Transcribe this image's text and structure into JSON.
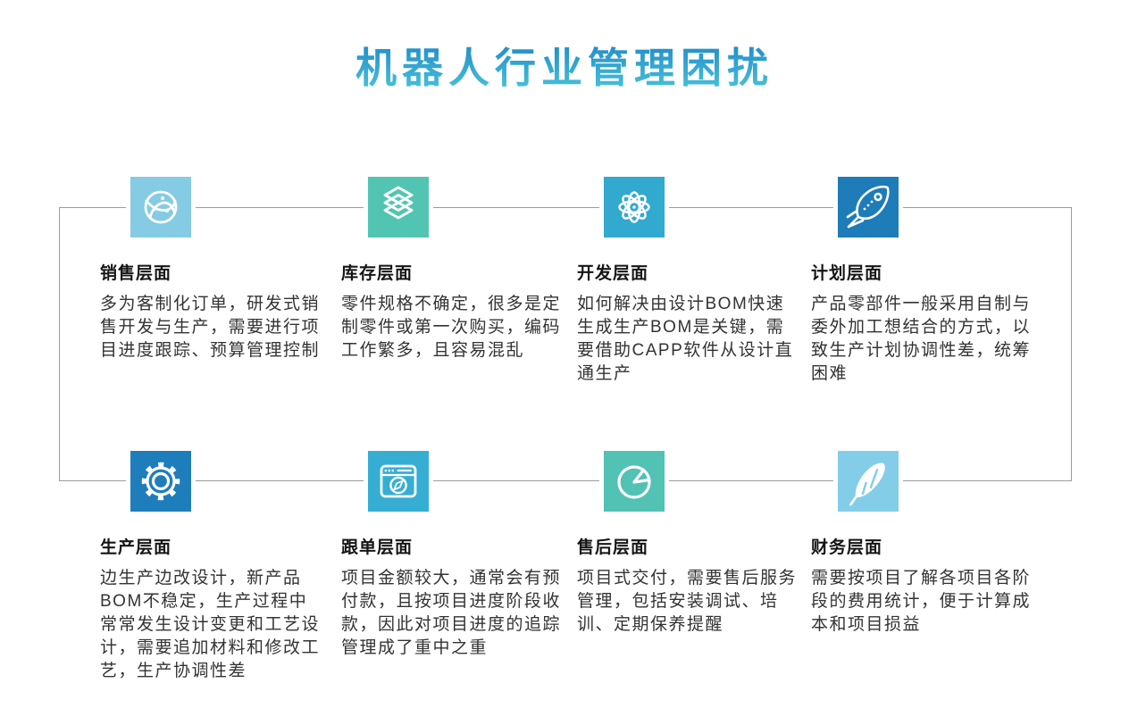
{
  "page": {
    "title": "机器人行业管理困扰",
    "title_gradient_top": "#1a84c5",
    "title_gradient_bottom": "#4cc6dc",
    "background_color": "#ffffff",
    "connector_color": "#9c9c9c"
  },
  "sections": [
    {
      "icon": "network-globe-icon",
      "color": "#85cbe4",
      "heading": "销售层面",
      "body": "多为客制化订单，研发式销售开发与生产，需要进行项目进度跟踪、预算管理控制"
    },
    {
      "icon": "layers-icon",
      "color": "#52c5b2",
      "heading": "库存层面",
      "body": "零件规格不确定，很多是定制零件或第一次购买，编码工作繁多，且容易混乱"
    },
    {
      "icon": "atom-icon",
      "color": "#32a9cf",
      "heading": "开发层面",
      "body": "如何解决由设计BOM快速生成生产BOM是关键，需要借助CAPP软件从设计直通生产"
    },
    {
      "icon": "rocket-icon",
      "color": "#1e7cb8",
      "heading": "计划层面",
      "body": "产品零部件一般采用自制与委外加工想结合的方式，以致生产计划协调性差，统筹困难"
    },
    {
      "icon": "gear-icon",
      "color": "#1e7ebc",
      "heading": "生产层面",
      "body": "边生产边改设计，新产品BOM不稳定，生产过程中常常发生设计变更和工艺设计，需要追加材料和修改工艺，生产协调性差"
    },
    {
      "icon": "browser-compass-icon",
      "color": "#36aed4",
      "heading": "跟单层面",
      "body": "项目金额较大，通常会有预付款，且按项目进度阶段收款，因此对项目进度的追踪管理成了重中之重"
    },
    {
      "icon": "pie-chart-icon",
      "color": "#52c2b4",
      "heading": "售后层面",
      "body": "项目式交付，需要售后服务管理，包括安装调试、培训、定期保养提醒"
    },
    {
      "icon": "feather-icon",
      "color": "#84cde8",
      "heading": "财务层面",
      "body": "需要按项目了解各项目各阶段的费用统计，便于计算成本和项目损益"
    }
  ]
}
